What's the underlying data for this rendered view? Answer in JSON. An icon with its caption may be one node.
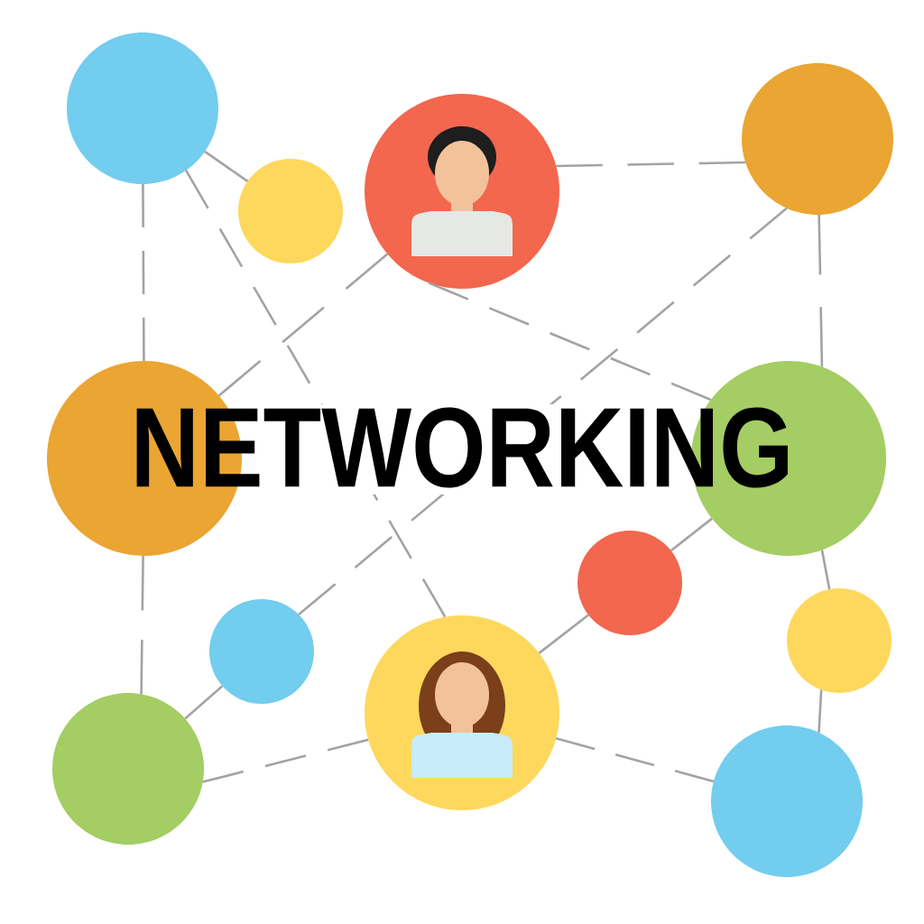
{
  "diagram": {
    "title": "NETWORKING",
    "nodes": [
      {
        "text": [],
        "shape": "circle"
      },
      {
        "text": [],
        "shape": "circle"
      },
      {
        "text": [],
        "shape": "person"
      },
      {
        "text": [],
        "shape": "circle"
      },
      {
        "text": [],
        "shape": "circle"
      },
      {
        "text": [],
        "shape": "circle"
      },
      {
        "text": [],
        "shape": "circle"
      },
      {
        "text": [],
        "shape": "circle"
      },
      {
        "text": [],
        "shape": "circle"
      },
      {
        "text": [],
        "shape": "person"
      },
      {
        "text": [],
        "shape": "circle"
      },
      {
        "text": [],
        "shape": "circle"
      }
    ],
    "edges": [
      {
        "from": 0,
        "to": 1,
        "arrow": "none"
      },
      {
        "from": 0,
        "to": 4,
        "arrow": "none"
      },
      {
        "from": 0,
        "to": 9,
        "arrow": "none"
      },
      {
        "from": 2,
        "to": 5,
        "arrow": "none"
      },
      {
        "from": 2,
        "to": 3,
        "arrow": "none"
      },
      {
        "from": 2,
        "to": 4,
        "arrow": "none"
      },
      {
        "from": 3,
        "to": 5,
        "arrow": "none"
      },
      {
        "from": 3,
        "to": 7,
        "arrow": "none"
      },
      {
        "from": 4,
        "to": 10,
        "arrow": "none"
      },
      {
        "from": 5,
        "to": 6,
        "arrow": "none"
      },
      {
        "from": 5,
        "to": 8,
        "arrow": "none"
      },
      {
        "from": 6,
        "to": 9,
        "arrow": "none"
      },
      {
        "from": 7,
        "to": 10,
        "arrow": "none"
      },
      {
        "from": 8,
        "to": 11,
        "arrow": "none"
      },
      {
        "from": 10,
        "to": 9,
        "arrow": "none"
      },
      {
        "from": 9,
        "to": 11,
        "arrow": "none"
      }
    ]
  }
}
